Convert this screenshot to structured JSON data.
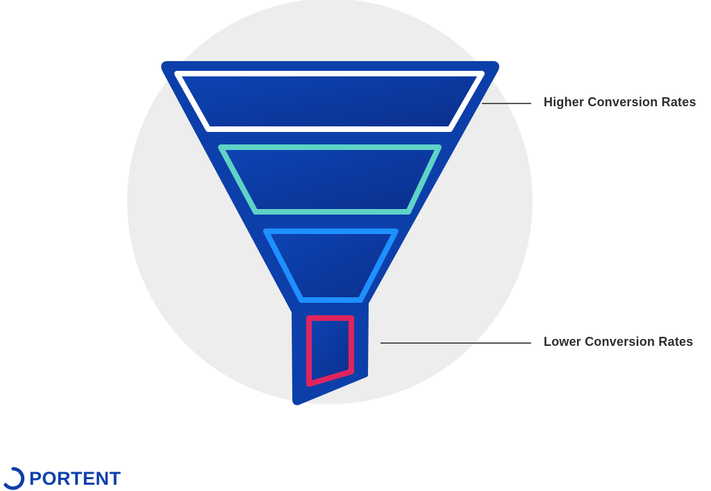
{
  "diagram": {
    "labels": {
      "higher": "Higher Conversion Rates",
      "lower": "Lower Conversion Rates"
    },
    "stages": [
      {
        "stage": 1,
        "outline_color": "#ffffff"
      },
      {
        "stage": 2,
        "outline_color": "#5fd3c6"
      },
      {
        "stage": 3,
        "outline_color": "#1e90ff"
      },
      {
        "stage": 4,
        "outline_color": "#e0245e"
      }
    ]
  },
  "logo": {
    "text": "PORTENT",
    "icon": "portent-ring-icon"
  },
  "colors": {
    "funnel_outer": "#0d3faa",
    "funnel_fill": "#0a3494",
    "background_circle": "#ededed",
    "label_text": "#2d2d2d",
    "connector_line": "#555555",
    "brand": "#0d3faa"
  }
}
